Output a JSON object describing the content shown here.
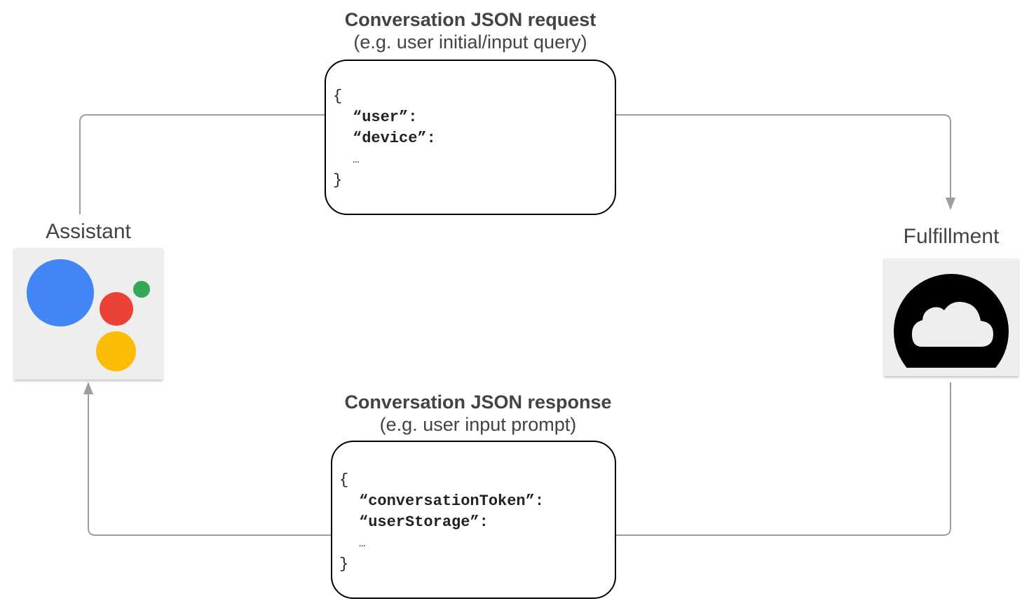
{
  "request": {
    "title": "Conversation JSON request",
    "subtitle": "(e.g. user initial/input query)",
    "code": {
      "open": "{",
      "key1": "“user”:",
      "key2": "“device”:",
      "ellipsis": "…",
      "close": "}"
    }
  },
  "response": {
    "title": "Conversation JSON response",
    "subtitle": "(e.g. user input prompt)",
    "code": {
      "open": "{",
      "key1": "“conversationToken”:",
      "key2": "“userStorage”:",
      "ellipsis": "…",
      "close": "}"
    }
  },
  "nodes": {
    "assistant": {
      "label": "Assistant",
      "icon": "google-assistant-icon",
      "colors": {
        "blue": "#4285f4",
        "red": "#ea4335",
        "yellow": "#fbbc05",
        "green": "#34a853"
      }
    },
    "fulfillment": {
      "label": "Fulfillment",
      "icon": "cloud-functions-icon",
      "colors": {
        "badge": "#000000",
        "cloud": "#eeeeee"
      }
    }
  },
  "colors": {
    "connector": "#9e9e9e",
    "box_border": "#000000",
    "text": "#434343",
    "card": "#eeeeee"
  }
}
